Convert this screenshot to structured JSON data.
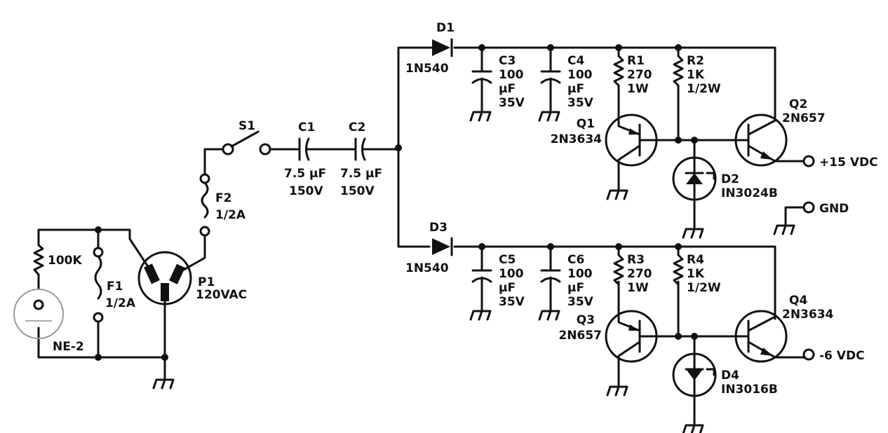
{
  "components": {
    "d1": {
      "ref": "D1",
      "part": "1N540"
    },
    "d3": {
      "ref": "D3",
      "part": "1N540"
    },
    "c3": {
      "ref": "C3",
      "value": "100",
      "unit": "µF",
      "voltage": "35V"
    },
    "c4": {
      "ref": "C4",
      "value": "100",
      "unit": "µF",
      "voltage": "35V"
    },
    "c5": {
      "ref": "C5",
      "value": "100",
      "unit": "µF",
      "voltage": "35V"
    },
    "c6": {
      "ref": "C6",
      "value": "100",
      "unit": "µF",
      "voltage": "35V"
    },
    "r1": {
      "ref": "R1",
      "value": "270",
      "power": "1W"
    },
    "r2": {
      "ref": "R2",
      "value": "1K",
      "power": "1/2W"
    },
    "r3": {
      "ref": "R3",
      "value": "270",
      "power": "1W"
    },
    "r4": {
      "ref": "R4",
      "value": "1K",
      "power": "1/2W"
    },
    "q1": {
      "ref": "Q1",
      "part": "2N3634"
    },
    "q2": {
      "ref": "Q2",
      "part": "2N657"
    },
    "q3": {
      "ref": "Q3",
      "part": "2N657"
    },
    "q4": {
      "ref": "Q4",
      "part": "2N3634"
    },
    "d2": {
      "ref": "D2",
      "part": "IN3024B"
    },
    "d4": {
      "ref": "D4",
      "part": "IN3016B"
    },
    "s1": {
      "ref": "S1"
    },
    "c1": {
      "ref": "C1",
      "value": "7.5 µF",
      "voltage": "150V"
    },
    "c2": {
      "ref": "C2",
      "value": "7.5 µF",
      "voltage": "150V"
    },
    "f1": {
      "ref": "F1",
      "rating": "1/2A"
    },
    "f2": {
      "ref": "F2",
      "rating": "1/2A"
    },
    "p1": {
      "ref": "P1",
      "rating": "120VAC"
    },
    "r_neon": {
      "value": "100K"
    },
    "ne2": {
      "part": "NE-2"
    }
  },
  "terminals": {
    "pos": "+15 VDC",
    "gnd": "GND",
    "neg": "-6 VDC"
  }
}
